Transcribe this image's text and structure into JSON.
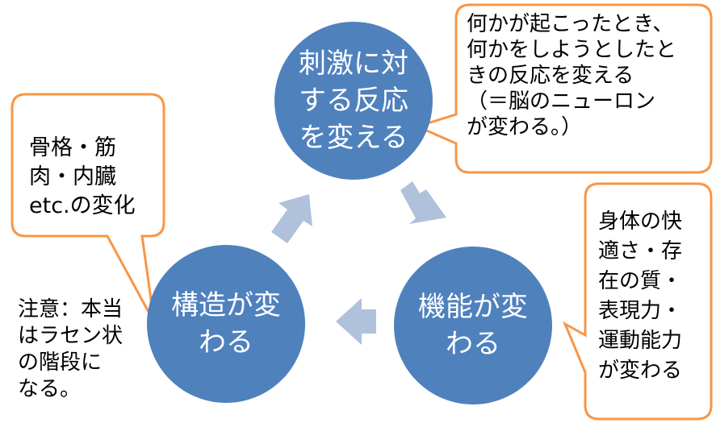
{
  "cycle": {
    "top": {
      "lines": [
        "刺激に対",
        "する反応",
        "を変える"
      ]
    },
    "right": {
      "lines": [
        "機能が変",
        "わる"
      ]
    },
    "left": {
      "lines": [
        "構造が変",
        "わる"
      ]
    }
  },
  "callouts": {
    "top_right": {
      "lines": [
        "何かが起こったとき、",
        "何かをしようとしたと",
        "きの反応を変える",
        "（＝脳のニューロン",
        "が変わる。）"
      ]
    },
    "left": {
      "lines": [
        "骨格・筋",
        "肉・内臓",
        "etc.の変化"
      ]
    },
    "right": {
      "lines": [
        "身体の快",
        "適さ・存",
        "在の質・",
        "表現力・",
        "運動能力",
        "が変わる"
      ]
    }
  },
  "note": {
    "lines": [
      "注意：本当",
      "はラセン状",
      "の階段に",
      "なる。"
    ]
  },
  "colors": {
    "circle": "#4f81bd",
    "arrow": "#b0c1dc",
    "callout_border": "#f79646"
  }
}
